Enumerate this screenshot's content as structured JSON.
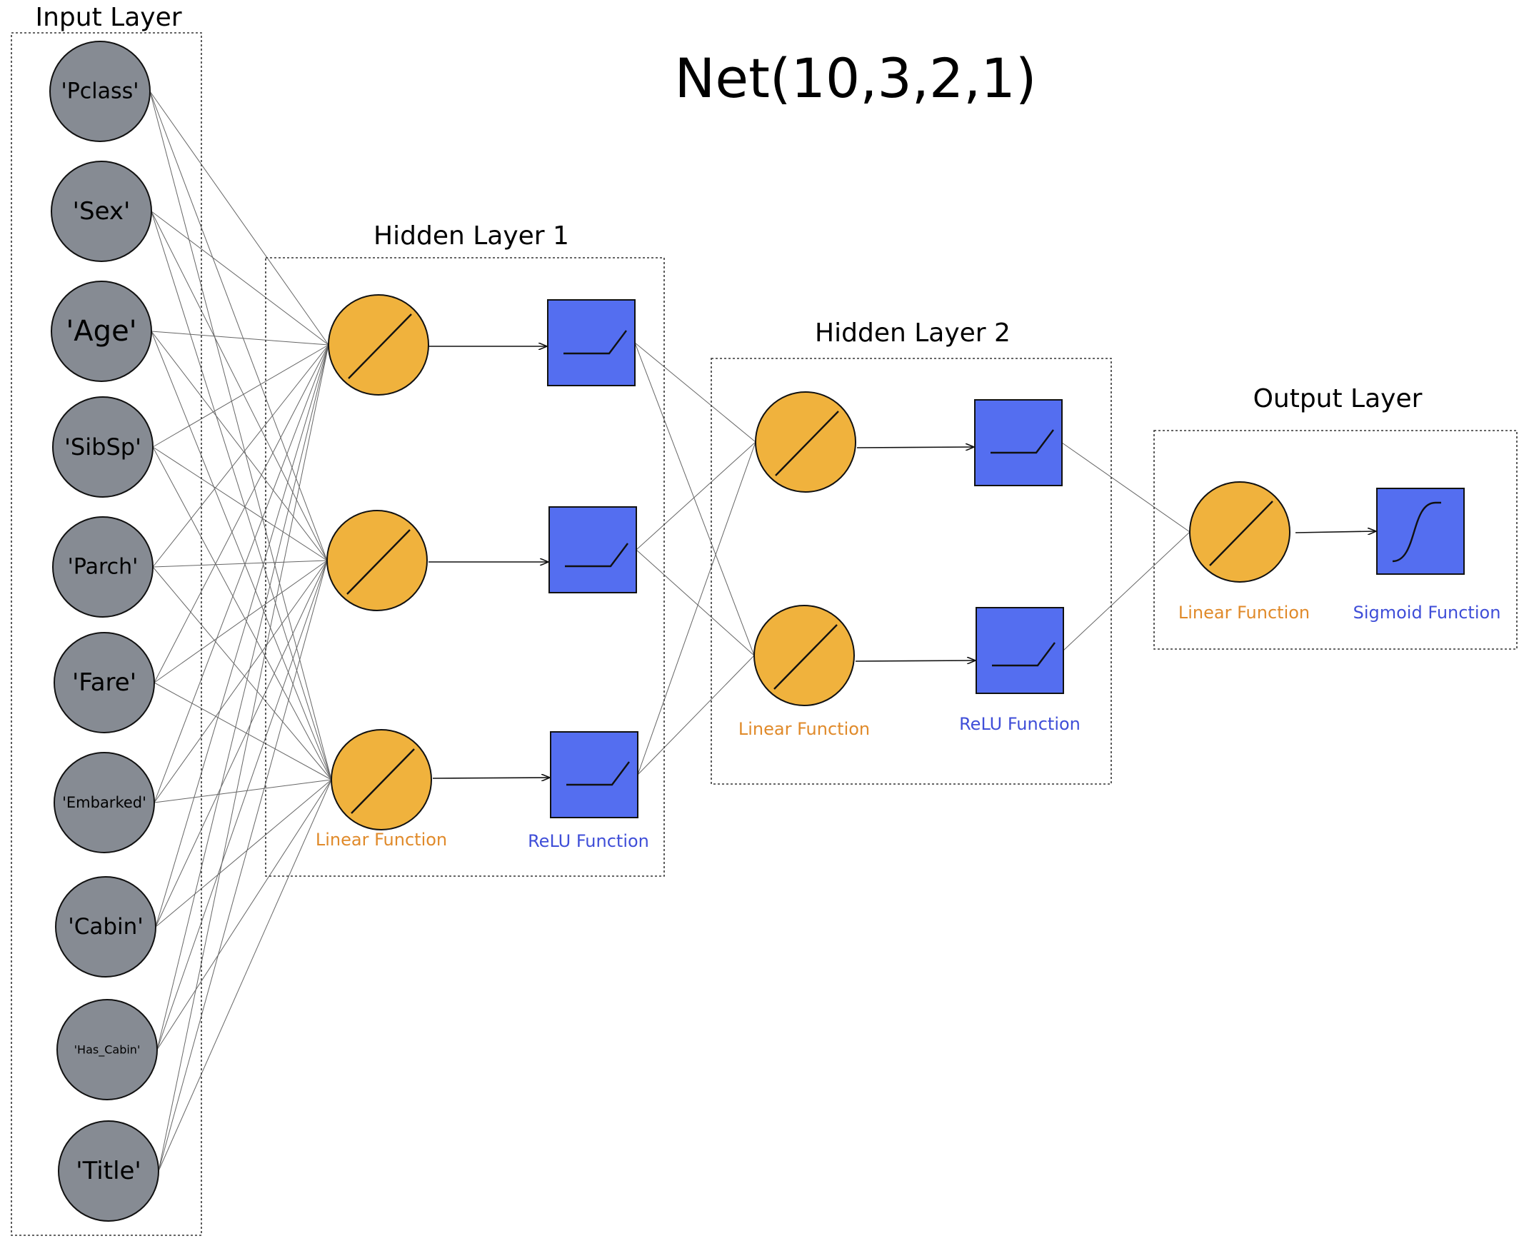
{
  "title": "Net(10,3,2,1)",
  "colors": {
    "input_node": "#868b93",
    "linear_node": "#f0b23d",
    "activation_node": "#546ef0",
    "linear_label": "#e08a2a",
    "activation_label": "#3f4ed8"
  },
  "layers": {
    "input": {
      "title": "Input Layer",
      "nodes": [
        "'Pclass'",
        "'Sex'",
        "'Age'",
        "'SibSp'",
        "'Parch'",
        "'Fare'",
        "'Embarked'",
        "'Cabin'",
        "'Has_Cabin'",
        "'Title'"
      ]
    },
    "hidden1": {
      "title": "Hidden Layer 1",
      "neurons": 3,
      "linear_label": "Linear Function",
      "activation_label": "ReLU Function",
      "activation": "relu-icon"
    },
    "hidden2": {
      "title": "Hidden Layer 2",
      "neurons": 2,
      "linear_label": "Linear Function",
      "activation_label": "ReLU Function",
      "activation": "relu-icon"
    },
    "output": {
      "title": "Output Layer",
      "neurons": 1,
      "linear_label": "Linear Function",
      "activation_label": "Sigmoid Function",
      "activation": "sigmoid-icon"
    }
  }
}
